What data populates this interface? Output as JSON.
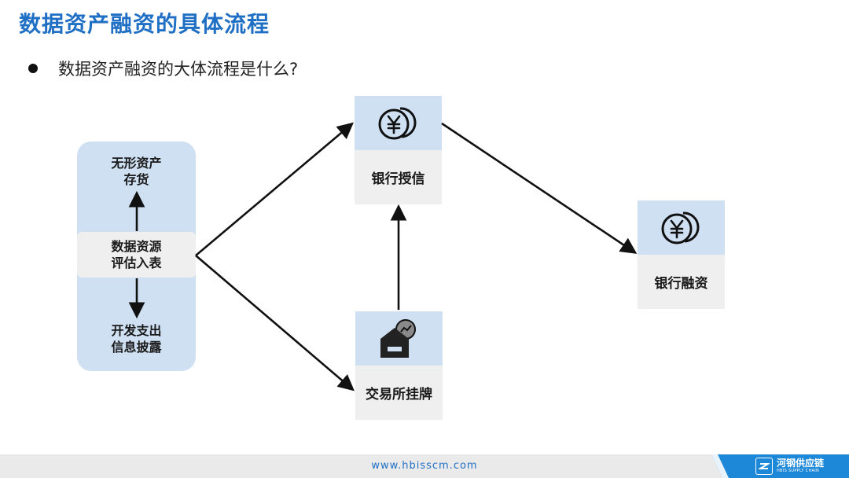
{
  "title": "数据资产融资的具体流程",
  "bullet": "数据资产融资的大体流程是什么?",
  "left_panel": {
    "top_label_line1": "无形资产",
    "top_label_line2": "存货",
    "mid_label_line1": "数据资源",
    "mid_label_line2": "评估入表",
    "bottom_label_line1": "开发支出",
    "bottom_label_line2": "信息披露"
  },
  "nodes": {
    "bank_credit": {
      "label": "银行授信",
      "icon": "yen-coins-icon"
    },
    "exchange_listing": {
      "label": "交易所挂牌",
      "icon": "exchange-house-icon"
    },
    "bank_financing": {
      "label": "银行融资",
      "icon": "yen-coins-icon"
    }
  },
  "footer": {
    "url": "www.hbisscm.com",
    "logo_cn": "河钢供应链",
    "logo_en": "HBIS SUPPLY CHAIN"
  },
  "colors": {
    "title_blue": "#1f6fc5",
    "panel_blue": "#cfe0f3",
    "panel_gray": "#efefef",
    "footer_blue": "#1e88d8"
  }
}
